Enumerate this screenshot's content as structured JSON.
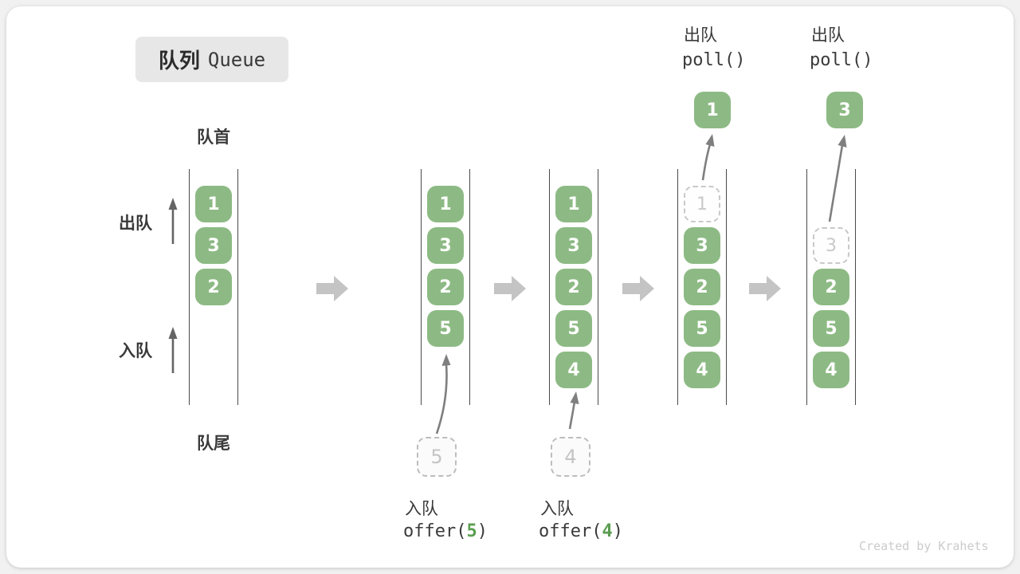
{
  "title": {
    "zh": "队列",
    "en": "Queue"
  },
  "side_labels": {
    "front": "队首",
    "rear": "队尾",
    "dequeue": "出队",
    "enqueue": "入队"
  },
  "columns": [
    {
      "name": "state-initial",
      "blocks": [
        "1",
        "3",
        "2"
      ]
    },
    {
      "name": "state-after-offer-5",
      "blocks": [
        "1",
        "3",
        "2",
        "5"
      ],
      "incoming_value": "5",
      "operation": {
        "label": "入队",
        "code_fn": "offer(",
        "code_arg": "5",
        "code_close": ")"
      }
    },
    {
      "name": "state-after-offer-4",
      "blocks": [
        "1",
        "3",
        "2",
        "5",
        "4"
      ],
      "incoming_value": "4",
      "operation": {
        "label": "入队",
        "code_fn": "offer(",
        "code_arg": "4",
        "code_close": ")"
      }
    },
    {
      "name": "state-after-poll-1",
      "removed_value": "1",
      "blocks": [
        "3",
        "2",
        "5",
        "4"
      ],
      "result_value": "1",
      "operation": {
        "label": "出队",
        "code": "poll()"
      }
    },
    {
      "name": "state-after-poll-3",
      "removed_value": "3",
      "blocks": [
        "2",
        "5",
        "4"
      ],
      "result_value": "3",
      "operation": {
        "label": "出队",
        "code": "poll()"
      }
    }
  ],
  "watermark": "Created by Krahets",
  "colors": {
    "block_green": "#8dba84",
    "code_arg_green": "#5a9e50",
    "channel_line": "#4a4a4a",
    "flow_arrow_gray": "#c4c4c4",
    "curve_arrow_gray": "#7f7f7f",
    "dashed_gray": "#c9c9c9",
    "title_box_bg": "#e7e7e7"
  }
}
